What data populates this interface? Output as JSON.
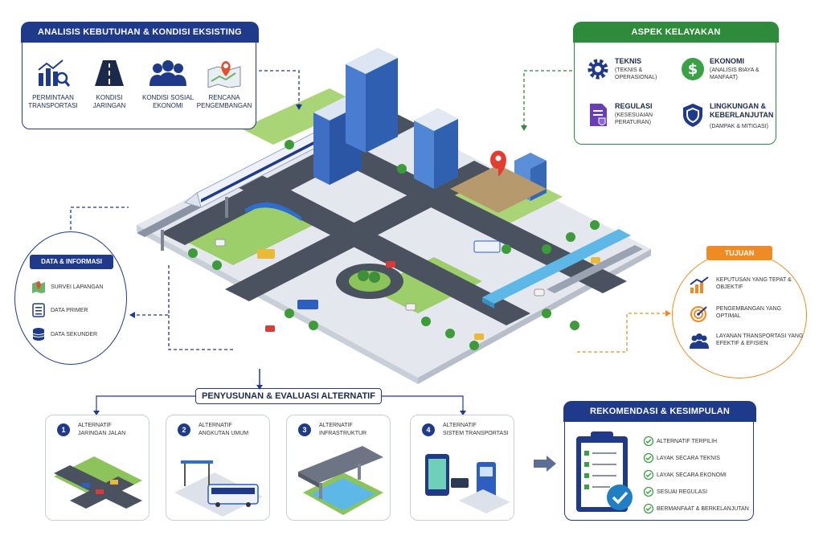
{
  "analisis": {
    "title": "ANALISIS KEBUTUHAN & KONDISI EKSISTING",
    "items": [
      {
        "line1": "PERMINTAAN",
        "line2": "TRANSPORTASI",
        "icon": "chart-icon"
      },
      {
        "line1": "KONDISI",
        "line2": "JARINGAN",
        "icon": "road-icon"
      },
      {
        "line1": "KONDISI SOSIAL",
        "line2": "EKONOMI",
        "icon": "people-icon"
      },
      {
        "line1": "RENCANA",
        "line2": "PENGEMBANGAN",
        "icon": "map-pin-icon"
      }
    ]
  },
  "aspek": {
    "title": "ASPEK KELAYAKAN",
    "items": [
      {
        "title": "TEKNIS",
        "sub": "(TEKNIS & OPERASIONAL)",
        "icon": "gear-icon"
      },
      {
        "title": "EKONOMI",
        "sub": "(ANALISIS BIAYA & MANFAAT)",
        "icon": "dollar-icon"
      },
      {
        "title": "REGULASI",
        "sub": "(KESESUAIAN PERATURAN)",
        "icon": "document-icon"
      },
      {
        "title": "LINGKUNGAN & KEBERLANJUTAN",
        "sub": "(DAMPAK & MITIGASI)",
        "icon": "shield-icon"
      }
    ]
  },
  "data_info": {
    "title": "DATA & INFORMASI",
    "items": [
      "SURVEI LAPANGAN",
      "DATA PRIMER",
      "DATA SEKUNDER"
    ]
  },
  "tujuan": {
    "title": "TUJUAN",
    "items": [
      "KEPUTUSAN YANG TEPAT & OBJEKTIF",
      "PENGEMBANGAN YANG OPTIMAL",
      "LAYANAN TRANSPORTASI YANG EFEKTIF & EFISIEN"
    ]
  },
  "penyusunan": {
    "title": "PENYUSUNAN & EVALUASI ALTERNATIF",
    "alternatives": [
      {
        "num": "1",
        "line1": "ALTERNATIF",
        "line2": "JARINGAN JALAN"
      },
      {
        "num": "2",
        "line1": "ALTERNATIF",
        "line2": "ANGKUTAN UMUM"
      },
      {
        "num": "3",
        "line1": "ALTERNATIF",
        "line2": "INFRASTRUKTUR"
      },
      {
        "num": "4",
        "line1": "ALTERNATIF",
        "line2": "SISTEM TRANSPORTASI"
      }
    ]
  },
  "rekomendasi": {
    "title": "REKOMENDASI & KESIMPULAN",
    "items": [
      "ALTERNATIF TERPILIH",
      "LAYAK SECARA TEKNIS",
      "LAYAK SECARA EKONOMI",
      "SESUAI REGULASI",
      "BERMANFAAT & BERKELANJUTAN"
    ]
  },
  "colors": {
    "navy": "#1f3a8a",
    "green": "#2e8b3c",
    "orange": "#f08a24",
    "purple": "#6a3fb5"
  }
}
